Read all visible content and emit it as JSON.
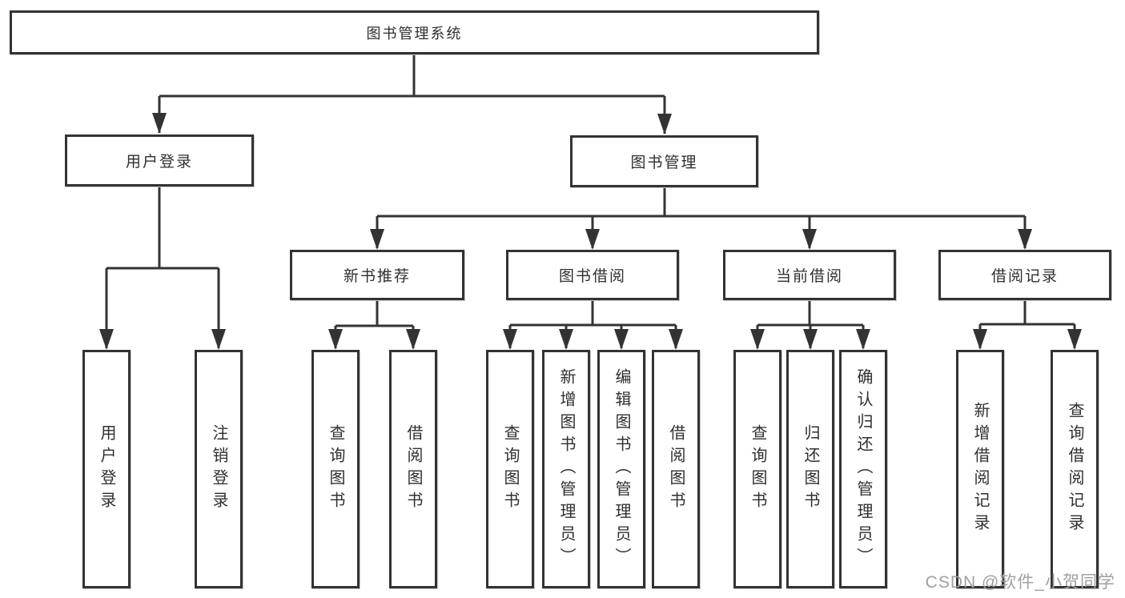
{
  "diagram": {
    "type": "hierarchy-tree",
    "root": {
      "label": "图书管理系统"
    },
    "level2": [
      {
        "id": "user-login",
        "label": "用户登录"
      },
      {
        "id": "book-management",
        "label": "图书管理"
      }
    ],
    "level3": [
      {
        "id": "new-book-recommend",
        "label": "新书推荐",
        "parent": "book-management"
      },
      {
        "id": "book-borrowing",
        "label": "图书借阅",
        "parent": "book-management"
      },
      {
        "id": "current-borrowing",
        "label": "当前借阅",
        "parent": "book-management"
      },
      {
        "id": "borrow-records",
        "label": "借阅记录",
        "parent": "book-management"
      }
    ],
    "leaves": [
      {
        "id": "user-login-leaf",
        "label": "用户登录",
        "parent": "user-login"
      },
      {
        "id": "logout-leaf",
        "label": "注销登录",
        "parent": "user-login"
      },
      {
        "id": "query-books-1",
        "label": "查询图书",
        "parent": "new-book-recommend"
      },
      {
        "id": "borrow-books-1",
        "label": "借阅图书",
        "parent": "new-book-recommend"
      },
      {
        "id": "query-books-2",
        "label": "查询图书",
        "parent": "book-borrowing"
      },
      {
        "id": "add-books-admin",
        "label": "新增图书（管理员）",
        "parent": "book-borrowing"
      },
      {
        "id": "edit-books-admin",
        "label": "编辑图书（管理员）",
        "parent": "book-borrowing"
      },
      {
        "id": "borrow-books-2",
        "label": "借阅图书",
        "parent": "book-borrowing"
      },
      {
        "id": "query-books-3",
        "label": "查询图书",
        "parent": "current-borrowing"
      },
      {
        "id": "return-books",
        "label": "归还图书",
        "parent": "current-borrowing"
      },
      {
        "id": "confirm-return-admin",
        "label": "确认归还（管理员）",
        "parent": "current-borrowing"
      },
      {
        "id": "add-borrow-record",
        "label": "新增借阅记录",
        "parent": "borrow-records"
      },
      {
        "id": "query-borrow-record",
        "label": "查询借阅记录",
        "parent": "borrow-records"
      }
    ],
    "watermark": "CSDN @软件_小贺同学",
    "colors": {
      "line": "#333333",
      "box_border": "#333333",
      "box_background": "#ffffff",
      "text": "#2f2f2f",
      "watermark": "#9fa0a4"
    }
  }
}
